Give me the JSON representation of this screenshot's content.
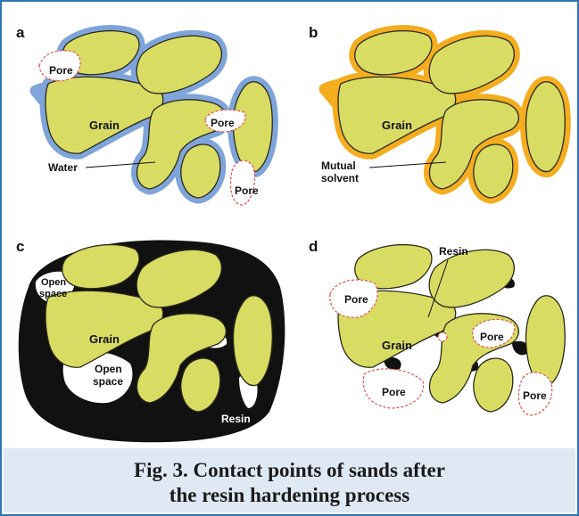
{
  "panels": {
    "a": {
      "letter": "a",
      "labels": {
        "pore1": "Pore",
        "grain": "Grain",
        "pore2": "Pore",
        "water": "Water",
        "pore3": "Pore"
      }
    },
    "b": {
      "letter": "b",
      "labels": {
        "grain": "Grain",
        "mutual1": "Mutual",
        "mutual2": "solvent"
      }
    },
    "c": {
      "letter": "c",
      "labels": {
        "open1a": "Open",
        "open1b": "space",
        "grain": "Grain",
        "open2a": "Open",
        "open2b": "space",
        "resin": "Resin"
      }
    },
    "d": {
      "letter": "d",
      "labels": {
        "resin": "Resin",
        "pore1": "Pore",
        "grain": "Grain",
        "pore2": "Pore",
        "pore3": "Pore",
        "pore4": "Pore"
      }
    }
  },
  "colors": {
    "grain": "#d9dc63",
    "water": "#7fa4d9",
    "solvent": "#f3ad1f",
    "resin": "#111111",
    "pore_outline": "#e05050",
    "frame": "#2f75b5",
    "caption_bg": "#dfe9f4"
  },
  "caption": {
    "line1": "Fig. 3. Contact points of sands after",
    "line2": "the resin hardening process"
  }
}
